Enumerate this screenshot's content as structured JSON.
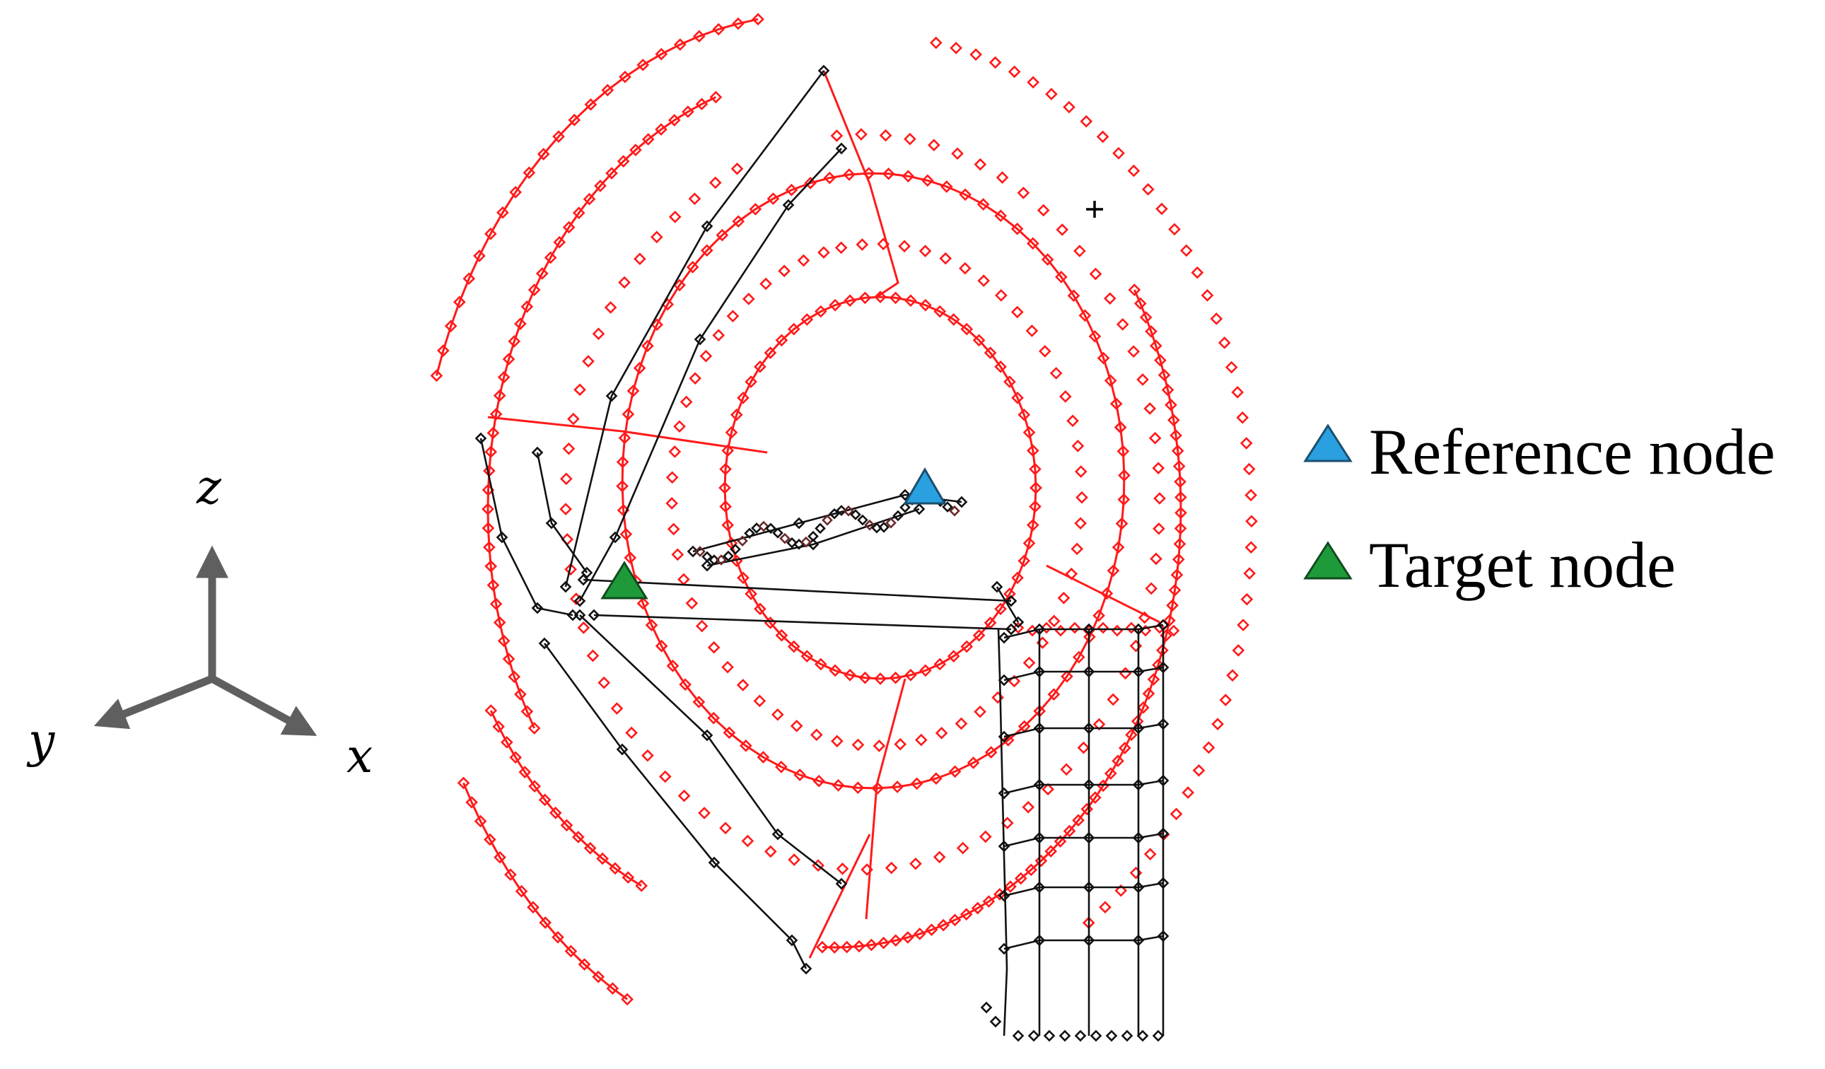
{
  "axes": {
    "z_label": "z",
    "y_label": "y",
    "x_label": "x"
  },
  "legend": [
    {
      "label": "Reference node",
      "color": "#2aa0e0"
    },
    {
      "label": "Target node",
      "color": "#1f9a3a"
    }
  ],
  "colors": {
    "mesh_red": "#ff1a1a",
    "mesh_black": "#111111",
    "axis_arrow": "#5f5f5f"
  }
}
